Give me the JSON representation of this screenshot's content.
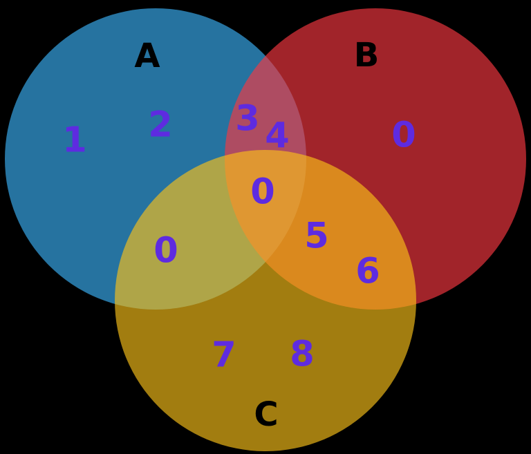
{
  "figure": {
    "type": "venn3-diagram",
    "background_color": "#000000",
    "number_color": "#5E2BE0",
    "set_label_color": "#000000"
  },
  "sets": [
    {
      "label": "A",
      "fill": "#2673A0",
      "visible_solo_color": "#2673A0"
    },
    {
      "label": "B",
      "fill": "#F83741",
      "visible_solo_color": "#A1242A"
    },
    {
      "label": "C",
      "fill": "#F9C019",
      "visible_solo_color": "#A27D10"
    }
  ],
  "overlap_colors": {
    "A_and_B": "#AA5065",
    "A_and_C": "#A9A04E",
    "B_and_C": "#DE8926",
    "A_and_B_and_C": "#DC9334"
  },
  "regions": {
    "A_only": [
      "1",
      "2"
    ],
    "A_and_B_only": [
      "3",
      "4"
    ],
    "B_only": [
      "0"
    ],
    "A_and_C_only": [
      "0"
    ],
    "A_and_B_and_C": [
      "0"
    ],
    "B_and_C_only": [
      "5",
      "6"
    ],
    "C_only": [
      "7",
      "8"
    ]
  },
  "numbers": [
    {
      "region": "A only",
      "text": "1"
    },
    {
      "region": "A only",
      "text": "2"
    },
    {
      "region": "A and B",
      "text": "3"
    },
    {
      "region": "A and B",
      "text": "4"
    },
    {
      "region": "B only",
      "text": "0"
    },
    {
      "region": "A and B and C",
      "text": "0"
    },
    {
      "region": "B and C",
      "text": "5"
    },
    {
      "region": "B and C",
      "text": "6"
    },
    {
      "region": "A and C",
      "text": "0"
    },
    {
      "region": "C only",
      "text": "7"
    },
    {
      "region": "C only",
      "text": "8"
    }
  ]
}
